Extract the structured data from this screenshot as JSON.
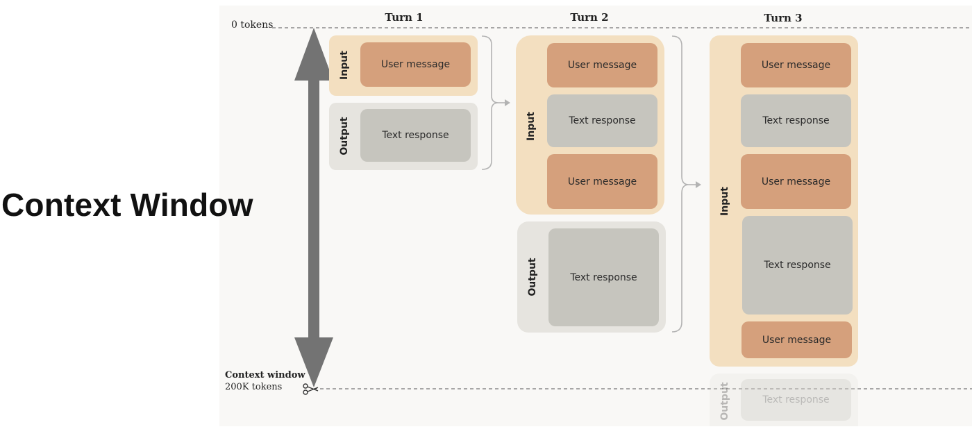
{
  "heading": "Context Window",
  "axis": {
    "start_label": "0 tokens",
    "end_label": "Context window",
    "end_sublabel": "200K tokens"
  },
  "turns": [
    {
      "label": "Turn 1",
      "input": {
        "label": "Input",
        "blocks": [
          "User message"
        ]
      },
      "output": {
        "label": "Output",
        "blocks": [
          "Text response"
        ]
      }
    },
    {
      "label": "Turn 2",
      "input": {
        "label": "Input",
        "blocks": [
          "User message",
          "Text response",
          "User message"
        ]
      },
      "output": {
        "label": "Output",
        "blocks": [
          "Text response"
        ]
      }
    },
    {
      "label": "Turn 3",
      "input": {
        "label": "Input",
        "blocks": [
          "User message",
          "Text response",
          "User message",
          "Text response",
          "User message"
        ]
      },
      "output": {
        "label": "Output",
        "blocks": [
          "Text response"
        ]
      }
    }
  ],
  "colors": {
    "input_group": "#f3dfc0",
    "output_group": "#e6e4df",
    "user_message": "#d5a07c",
    "text_response": "#c6c5be",
    "arrow": "#737373",
    "bracket": "#b3b3b3"
  }
}
